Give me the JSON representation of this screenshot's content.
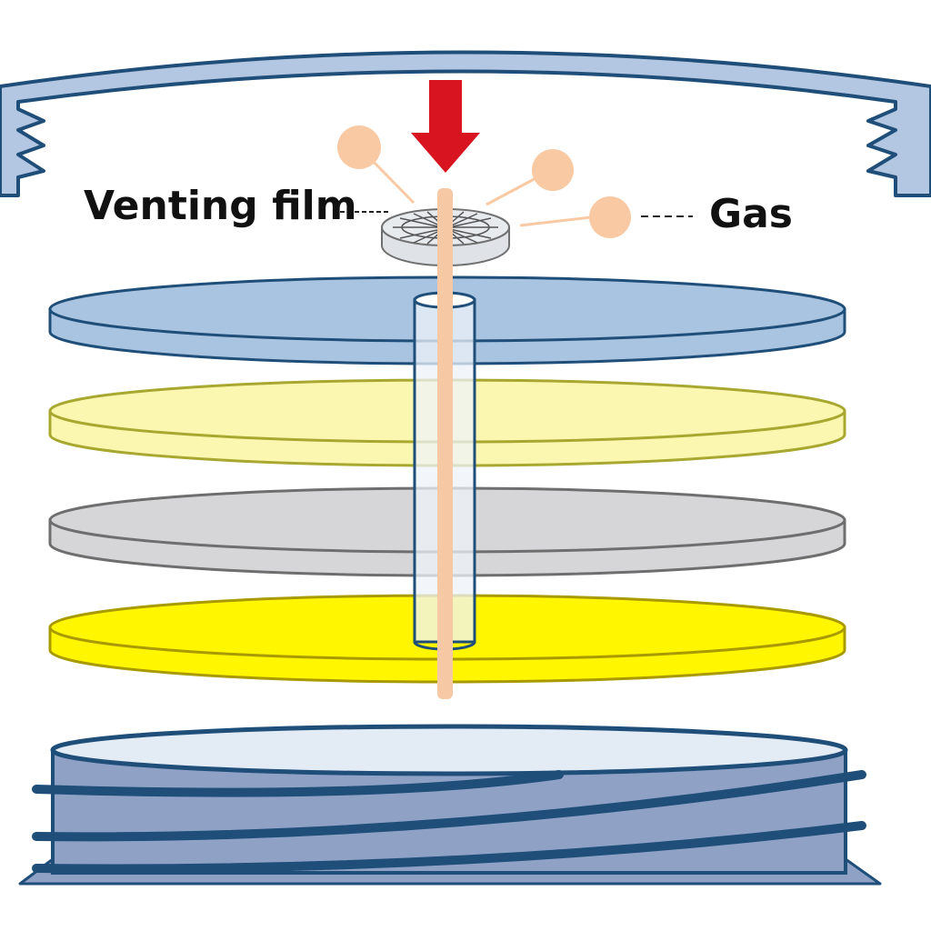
{
  "labels": {
    "venting_film": "Venting film",
    "gas": "Gas"
  },
  "colors": {
    "cap_fill": "#b3c6e2",
    "cap_stroke": "#1f4e79",
    "arrow": "#d7141f",
    "gas_particle": "#f8c9a3",
    "rod": "#f6c9a4",
    "tube_fill": "#eef3fa",
    "tube_stroke": "#1f4e79",
    "disc_blue": "#a8c4e0",
    "disc_pale_yellow": "#fbf7b0",
    "disc_gray": "#d6d6d8",
    "disc_yellow": "#fff600",
    "body_fill": "#8fa2c6",
    "body_stroke": "#1f4e79",
    "vent_film": "#dfe3e8"
  },
  "layers": [
    {
      "name": "disc-blue",
      "color": "#a8c4e0"
    },
    {
      "name": "disc-pale-yellow",
      "color": "#fbf7b0"
    },
    {
      "name": "disc-gray",
      "color": "#d6d6d8"
    },
    {
      "name": "disc-yellow",
      "color": "#fff600"
    }
  ]
}
